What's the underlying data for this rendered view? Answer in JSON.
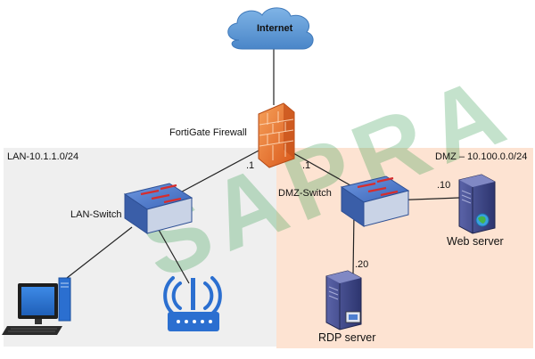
{
  "diagram": {
    "nodes": {
      "internet": {
        "label": "Internet",
        "icon": "cloud-icon"
      },
      "firewall": {
        "label": "FortiGate Firewall",
        "icon": "firewall-icon"
      },
      "lan_switch": {
        "label": "LAN-Switch",
        "icon": "switch-icon"
      },
      "dmz_switch": {
        "label": "DMZ-Switch",
        "icon": "switch-icon"
      },
      "web_server": {
        "label": "Web server",
        "icon": "server-icon"
      },
      "rdp_server": {
        "label": "RDP server",
        "icon": "server-icon"
      },
      "workstation": {
        "label": "",
        "icon": "computer-icon"
      },
      "access_point": {
        "label": "",
        "icon": "wireless-router-icon"
      }
    },
    "zones": {
      "lan": {
        "label": "LAN-10.1.1.0/24",
        "color": "#efefef"
      },
      "dmz": {
        "label": "DMZ – 10.100.0.0/24",
        "color": "#fde3d2"
      }
    },
    "links": {
      "fw_lan": {
        "label": ".1"
      },
      "fw_dmz": {
        "label": ".1"
      },
      "dmz_web": {
        "label": ".10"
      },
      "dmz_rdp": {
        "label": ".20"
      }
    },
    "watermark": "SAPRA",
    "colors": {
      "cloud": "#5b9bd5",
      "firewall": "#e8742a",
      "switch": "#4472c4",
      "server": "#3f4a8c",
      "workstation": "#2e75d6",
      "watermark": "#2e9a4a"
    }
  }
}
